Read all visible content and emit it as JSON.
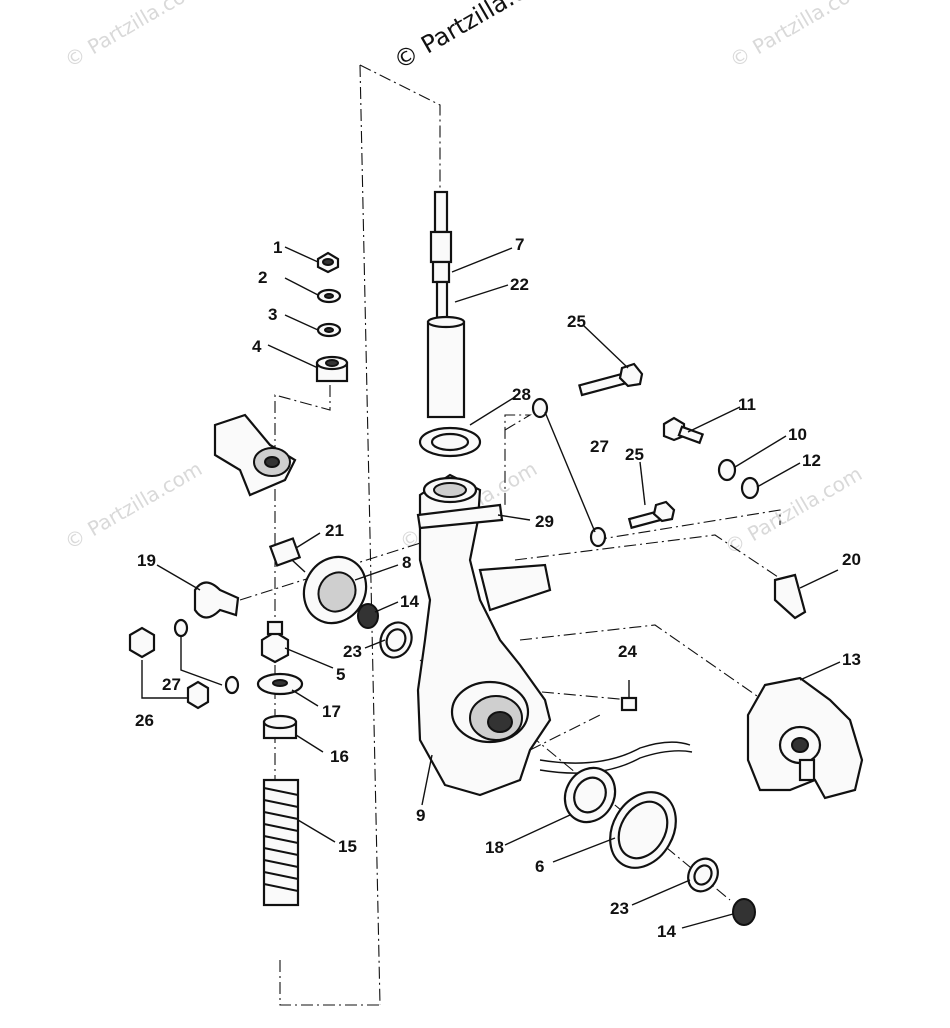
{
  "watermarks": {
    "main": "© Partzilla.com",
    "faint": "© Partzilla.com"
  },
  "callouts": [
    {
      "id": "c1",
      "label": "1"
    },
    {
      "id": "c2",
      "label": "2"
    },
    {
      "id": "c3",
      "label": "3"
    },
    {
      "id": "c4",
      "label": "4"
    },
    {
      "id": "c5",
      "label": "5"
    },
    {
      "id": "c6",
      "label": "6"
    },
    {
      "id": "c7",
      "label": "7"
    },
    {
      "id": "c8",
      "label": "8"
    },
    {
      "id": "c9",
      "label": "9"
    },
    {
      "id": "c10",
      "label": "10"
    },
    {
      "id": "c11",
      "label": "11"
    },
    {
      "id": "c12",
      "label": "12"
    },
    {
      "id": "c13",
      "label": "13"
    },
    {
      "id": "c14a",
      "label": "14"
    },
    {
      "id": "c14b",
      "label": "14"
    },
    {
      "id": "c15",
      "label": "15"
    },
    {
      "id": "c16",
      "label": "16"
    },
    {
      "id": "c17",
      "label": "17"
    },
    {
      "id": "c18",
      "label": "18"
    },
    {
      "id": "c19",
      "label": "19"
    },
    {
      "id": "c20",
      "label": "20"
    },
    {
      "id": "c21",
      "label": "21"
    },
    {
      "id": "c22",
      "label": "22"
    },
    {
      "id": "c23a",
      "label": "23"
    },
    {
      "id": "c23b",
      "label": "23"
    },
    {
      "id": "c24",
      "label": "24"
    },
    {
      "id": "c25a",
      "label": "25"
    },
    {
      "id": "c25b",
      "label": "25"
    },
    {
      "id": "c26",
      "label": "26"
    },
    {
      "id": "c27a",
      "label": "27"
    },
    {
      "id": "c27b",
      "label": "27"
    },
    {
      "id": "c28",
      "label": "28"
    },
    {
      "id": "c29",
      "label": "29"
    }
  ]
}
